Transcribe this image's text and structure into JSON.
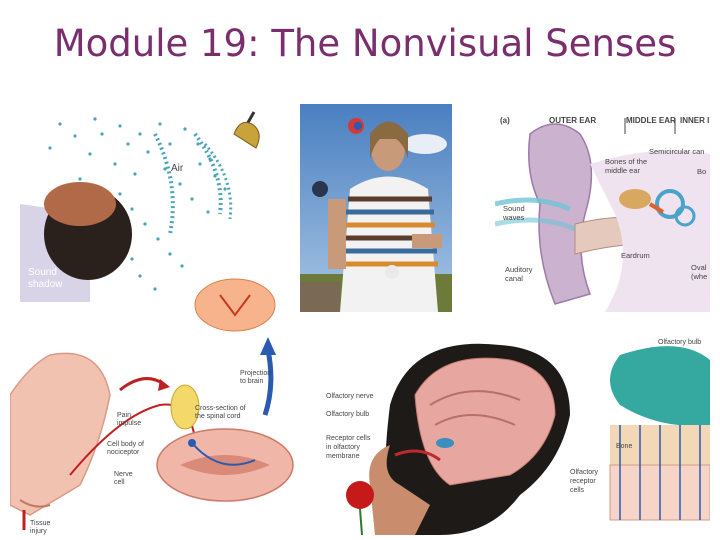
{
  "slide": {
    "title": "Module 19: The Nonvisual Senses"
  },
  "sound_localization": {
    "air_label": "Air",
    "shadow_label_line1": "Sound",
    "shadow_label_line2": "shadow"
  },
  "ear_anatomy": {
    "panel_letter": "(a)",
    "outer_ear": "OUTER EAR",
    "middle_ear": "MIDDLE EAR",
    "inner_ear": "INNER I",
    "semicircular": "Semicircular can",
    "bones_line1": "Bones of the",
    "bones_line2": "middle ear",
    "bo": "Bo",
    "sound_waves_line1": "Sound",
    "sound_waves_line2": "waves",
    "eardrum": "Eardrum",
    "auditory_line1": "Auditory",
    "auditory_line2": "canal",
    "oval_line1": "Oval",
    "oval_line2": "(whe"
  },
  "pain_pathway": {
    "projection_line1": "Projection",
    "projection_line2": "to brain",
    "cross_line1": "Cross-section of",
    "cross_line2": "the spinal cord",
    "pain_line1": "Pain",
    "pain_line2": "impulse",
    "cellbody_line1": "Cell body of",
    "cellbody_line2": "nociceptor",
    "nerve_line1": "Nerve",
    "nerve_line2": "cell",
    "tissue_line1": "Tissue",
    "tissue_line2": "injury"
  },
  "olfaction": {
    "olfactory_nerve": "Olfactory nerve",
    "olfactory_bulb": "Olfactory bulb",
    "receptor_line1": "Receptor cells",
    "receptor_line2": "in olfactory",
    "receptor_line3": "membrane",
    "bulb_top": "Olfactory bulb",
    "bone": "Bone",
    "receptor2_line1": "Olfactory",
    "receptor2_line2": "receptor",
    "receptor2_line3": "cells"
  }
}
